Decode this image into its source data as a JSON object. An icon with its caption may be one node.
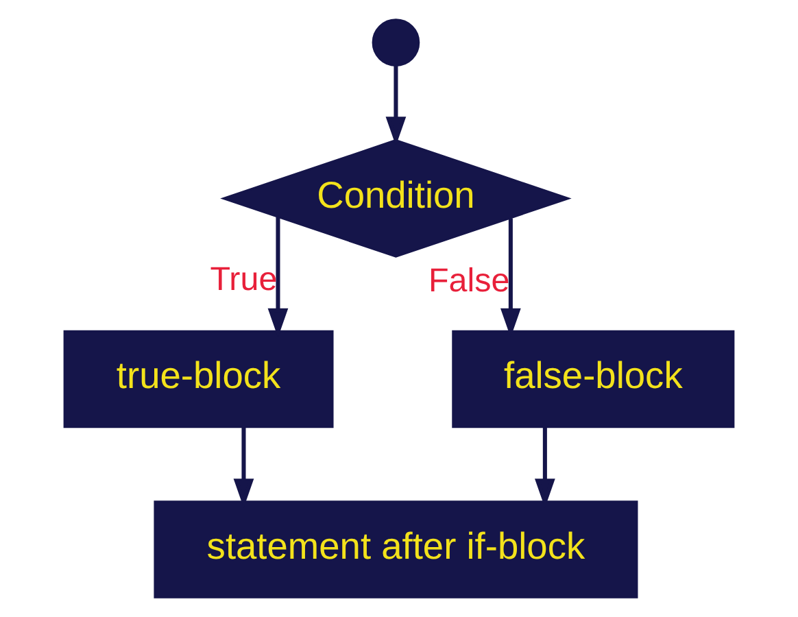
{
  "diagram": {
    "nodes": [
      {
        "text": [],
        "shape": "circle"
      },
      {
        "text": [
          "Condition"
        ]
      },
      {
        "text": [
          "true-block"
        ]
      },
      {
        "text": [
          "false-block"
        ]
      },
      {
        "text": [
          "statement after if-block"
        ]
      }
    ],
    "edges": [
      {
        "from": 0,
        "to": 1,
        "arrow": "to"
      },
      {
        "from": 1,
        "to": 2,
        "arrow": "to",
        "label": "True"
      },
      {
        "from": 1,
        "to": 3,
        "arrow": "to",
        "label": "False"
      },
      {
        "from": 2,
        "to": 4,
        "arrow": "to"
      },
      {
        "from": 3,
        "to": 4,
        "arrow": "to"
      }
    ]
  }
}
